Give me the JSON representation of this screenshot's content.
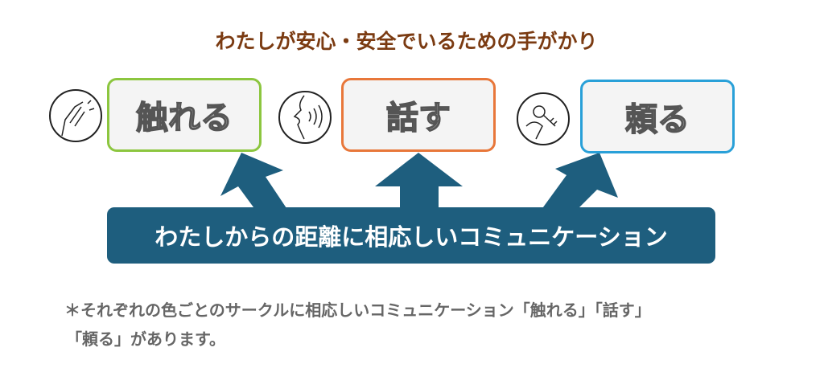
{
  "title": "わたしが安心・安全でいるための手がかり",
  "boxes": [
    {
      "label": "触れる",
      "color": "#8cc63f",
      "icon": "hand-touch-icon"
    },
    {
      "label": "話す",
      "color": "#e8773a",
      "icon": "speaking-face-icon"
    },
    {
      "label": "頼る",
      "color": "#29a0d8",
      "icon": "key-hand-icon"
    }
  ],
  "banner": {
    "text": "わたしからの距離に相応しいコミュニケーション",
    "color": "#1e5e7e"
  },
  "note": {
    "line1": "＊それぞれの色ごとのサークルに相応しいコミュニケーション「触れる」「話す」",
    "line2": "「頼る」があります。"
  }
}
